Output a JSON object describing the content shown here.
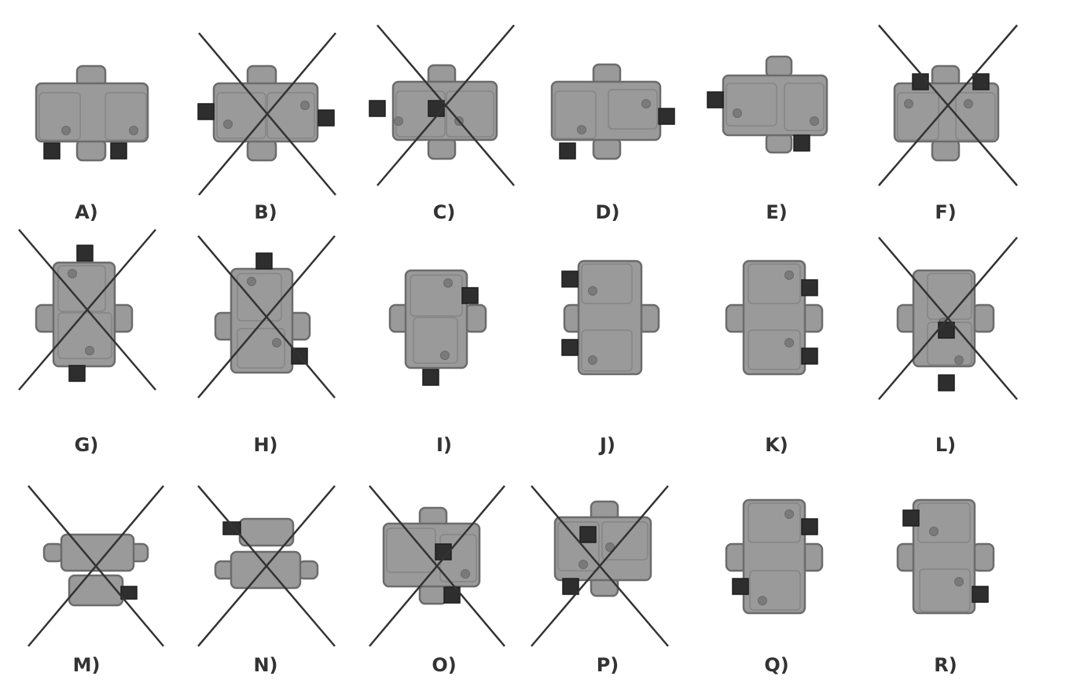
{
  "colors": {
    "block_fill": "#9a9a9a",
    "block_stroke": "#6c6c6c",
    "inner_stroke": "#858585",
    "dot": "#7a7a7a",
    "square": "#2e2e2e",
    "cross": "#333333",
    "background": "#ffffff"
  },
  "figures": [
    {
      "label": "A)",
      "crossed": false
    },
    {
      "label": "B)",
      "crossed": true
    },
    {
      "label": "C)",
      "crossed": true
    },
    {
      "label": "D)",
      "crossed": false
    },
    {
      "label": "E)",
      "crossed": false
    },
    {
      "label": "F)",
      "crossed": true
    },
    {
      "label": "G)",
      "crossed": true
    },
    {
      "label": "H)",
      "crossed": true
    },
    {
      "label": "I)",
      "crossed": false
    },
    {
      "label": "J)",
      "crossed": false
    },
    {
      "label": "K)",
      "crossed": false
    },
    {
      "label": "L)",
      "crossed": true
    },
    {
      "label": "M)",
      "crossed": true
    },
    {
      "label": "N)",
      "crossed": true
    },
    {
      "label": "O)",
      "crossed": true
    },
    {
      "label": "P)",
      "crossed": true
    },
    {
      "label": "Q)",
      "crossed": false
    },
    {
      "label": "R)",
      "crossed": false
    }
  ]
}
